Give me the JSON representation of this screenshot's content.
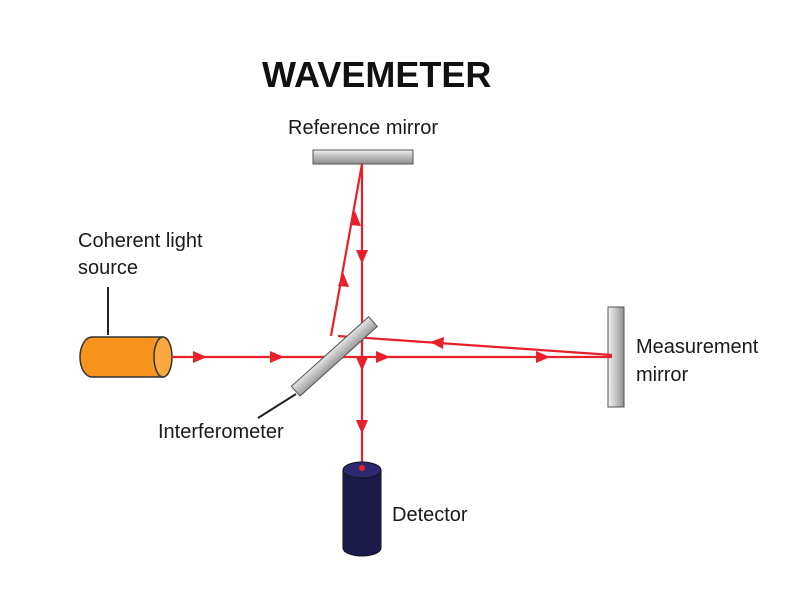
{
  "title": "WAVEMETER",
  "labels": {
    "reference_mirror": "Reference mirror",
    "source_line1": "Coherent light",
    "source_line2": "source",
    "measurement_line1": "Measurement",
    "measurement_line2": "mirror",
    "interferometer": "Interferometer",
    "detector": "Detector"
  },
  "colors": {
    "beam": "#e8202a",
    "source_body": "#f7941d",
    "detector_body": "#1c1a4b",
    "mirror": "#c0c0c0"
  }
}
